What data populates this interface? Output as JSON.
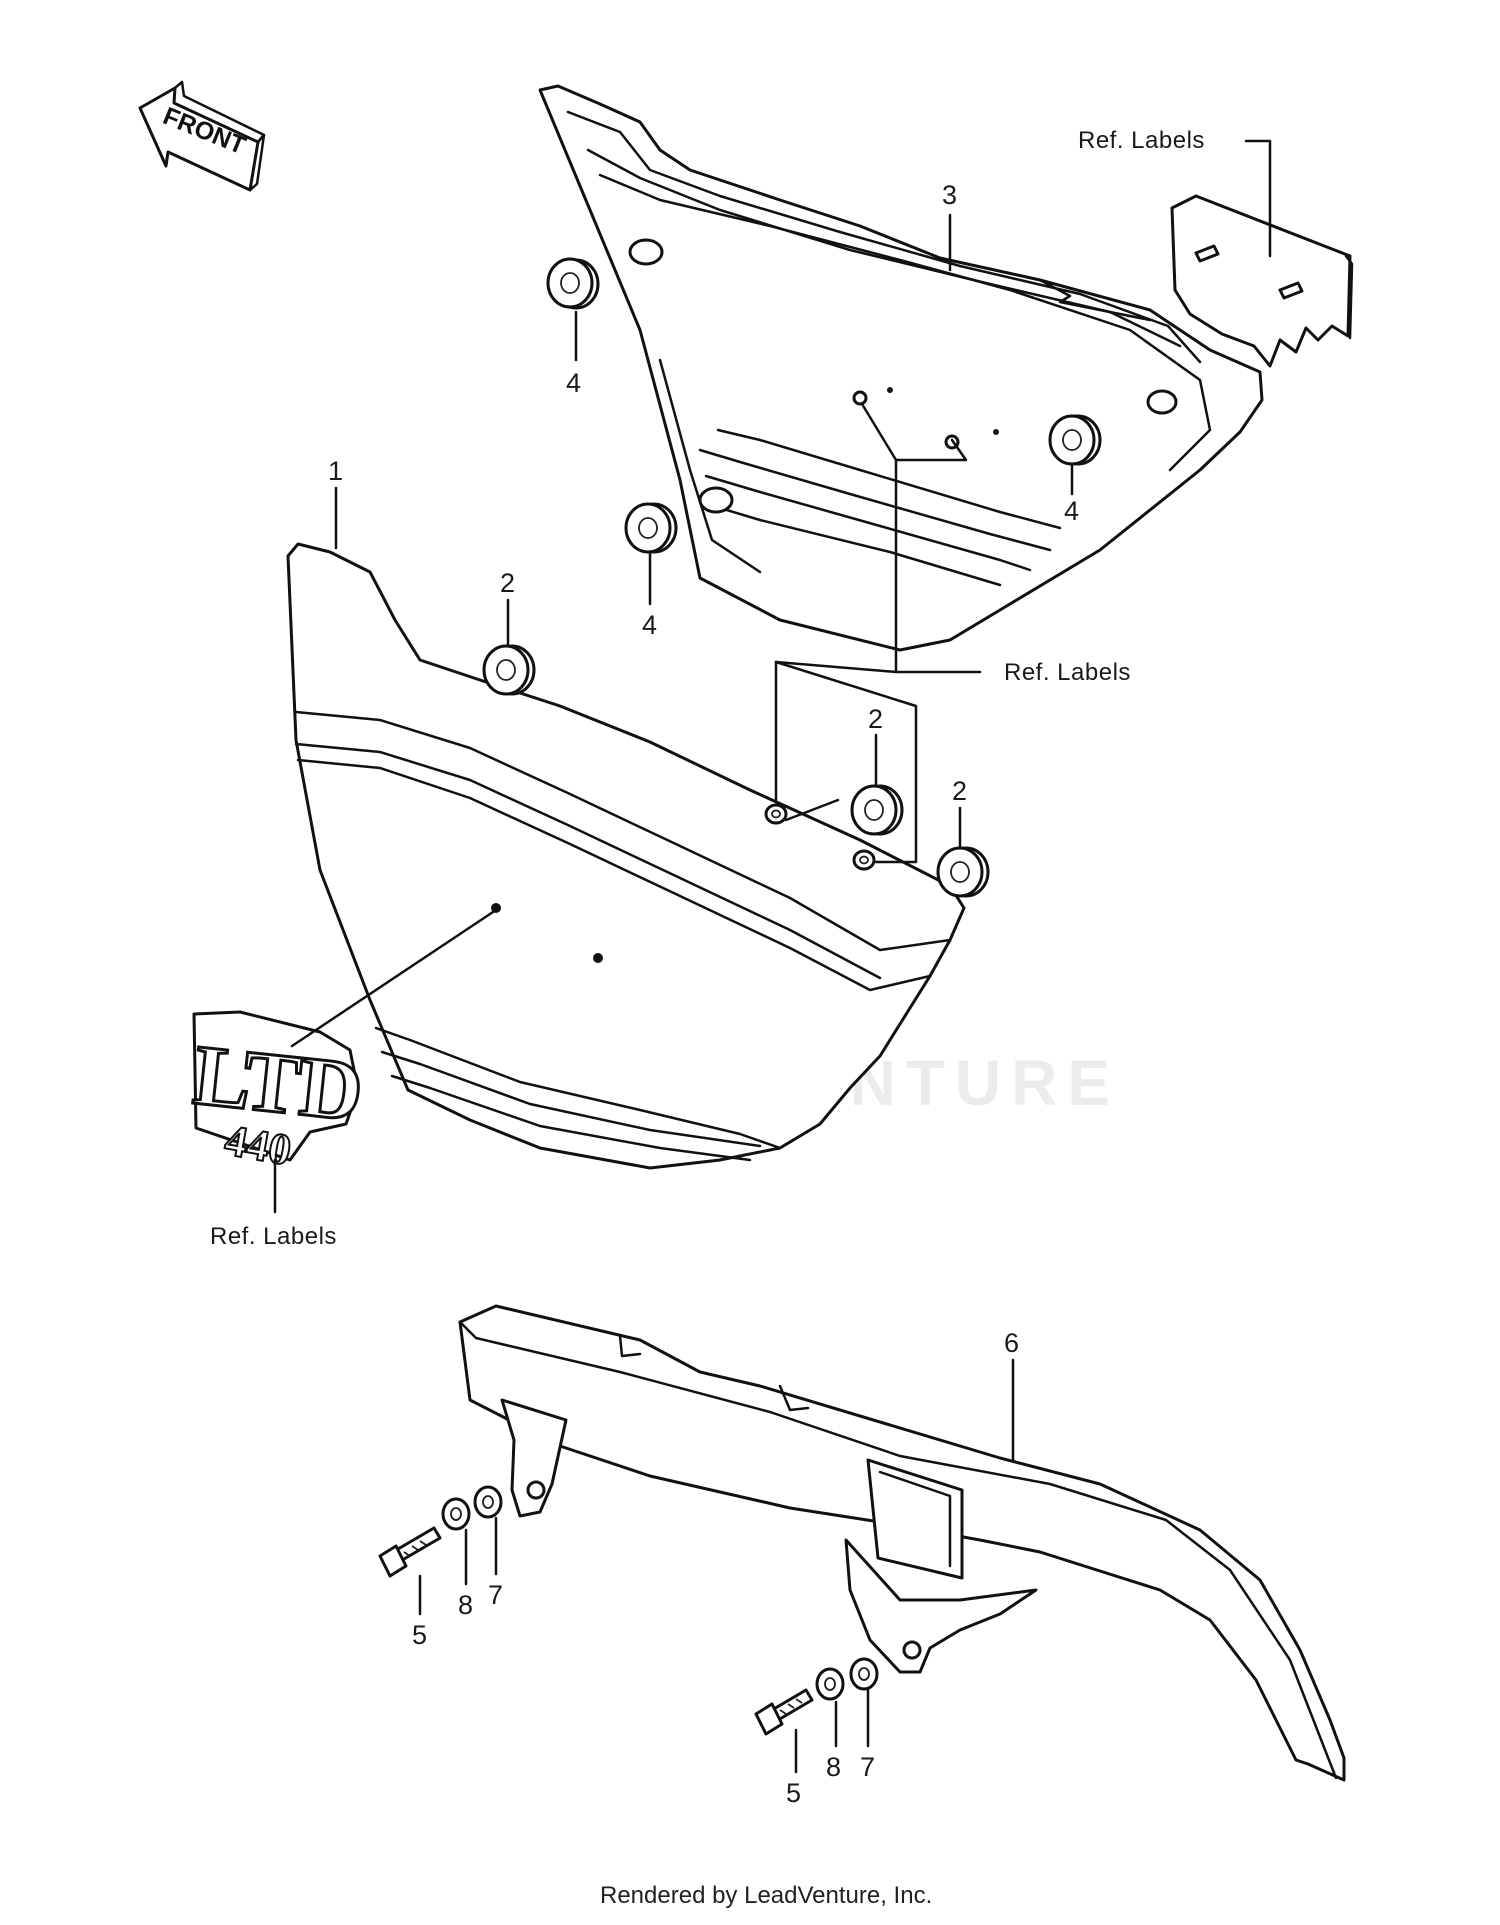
{
  "front_arrow": {
    "label": "FRONT"
  },
  "ref_labels": {
    "top_right": "Ref.  Labels",
    "middle": "Ref.  Labels",
    "lower_left": "Ref.  Labels"
  },
  "callouts": {
    "c1": "1",
    "c2a": "2",
    "c2b": "2",
    "c2c": "2",
    "c3": "3",
    "c4a": "4",
    "c4b": "4",
    "c4c": "4",
    "c5a": "5",
    "c5b": "5",
    "c6": "6",
    "c7a": "7",
    "c7b": "7",
    "c8a": "8",
    "c8b": "8"
  },
  "emblem": {
    "line1": "LTD",
    "line2": "440"
  },
  "watermark": "LEADVENTURE",
  "footer": "Rendered by LeadVenture, Inc."
}
